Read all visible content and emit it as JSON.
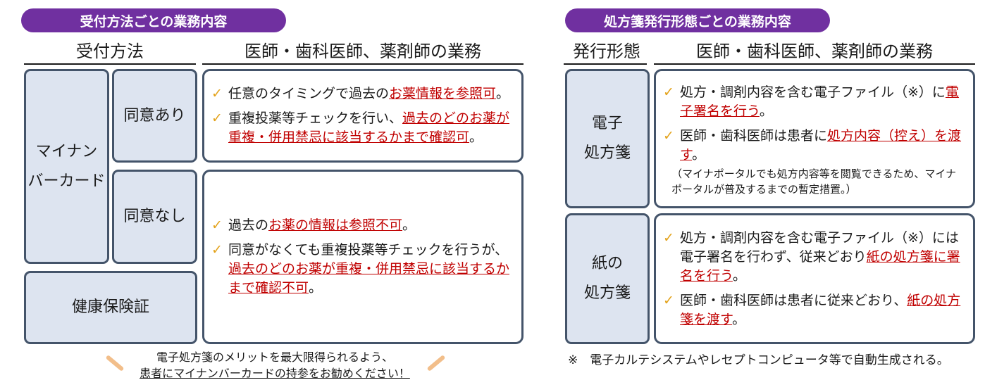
{
  "left": {
    "pill": "受付方法ごとの業務内容",
    "col1_header": "受付方法",
    "col2_header": "医師・歯科医師、薬剤師の業務",
    "mynumber_card": [
      "マイナン",
      "バーカード"
    ],
    "consent_yes": "同意あり",
    "consent_no": "同意なし",
    "health_insurance": "健康保険証",
    "yes_bullets": [
      {
        "pre": "任意のタイミングで過去の",
        "red": "お薬情報を参照可",
        "post": "。"
      },
      {
        "pre": "重複投薬等チェックを行い、",
        "red": "過去のどのお薬が重複・併用禁忌に該当するかまで確認可",
        "post": "。"
      }
    ],
    "no_bullets": [
      {
        "pre": "過去の",
        "red": "お薬の情報は参照不可",
        "post": "。"
      },
      {
        "pre": "同意がなくても重複投薬等チェックを行うが、",
        "red": "過去のどのお薬が重複・併用禁忌に該当するかまで確認不可",
        "post": "。"
      }
    ],
    "footer_line1": "電子処方箋のメリットを最大限得られるよう、",
    "footer_line2": "患者にマイナンバーカードの持参をお勧めください！"
  },
  "right": {
    "pill": "処方箋発行形態ごとの業務内容",
    "col1_header": "発行形態",
    "col2_header": "医師・歯科医師、薬剤師の業務",
    "electronic": [
      "電子",
      "処方箋"
    ],
    "paper": [
      "紙の",
      "処方箋"
    ],
    "electronic_bullets": [
      {
        "pre": "処方・調剤内容を含む電子ファイル（※）に",
        "red": "電子署名を行う",
        "post": "。"
      },
      {
        "pre": "医師・歯科医師は患者に",
        "red": "処方内容（控え）を渡す",
        "post": "。"
      }
    ],
    "electronic_note": "（マイナポータルでも処方内容等を閲覧できるため、マイナポータルが普及するまでの暫定措置。）",
    "paper_bullets": [
      {
        "pre": "処方・調剤内容を含む電子ファイル（※）には電子署名を行わず、従来どおり",
        "red": "紙の処方箋に署名を行う",
        "post": "。"
      },
      {
        "pre": "医師・歯科医師は患者に従来どおり、",
        "red": "紙の処方箋を渡す",
        "post": "。"
      }
    ],
    "footnote": "※　電子カルテシステムやレセプトコンピュータ等で自動生成される。"
  },
  "colors": {
    "pill": "#7030a0",
    "label_fill": "#dde4f0",
    "border": "#44546a",
    "emphasis": "#c00000",
    "check": "#e3a21a"
  },
  "icons": {
    "bullet": "check-mark-icon"
  }
}
